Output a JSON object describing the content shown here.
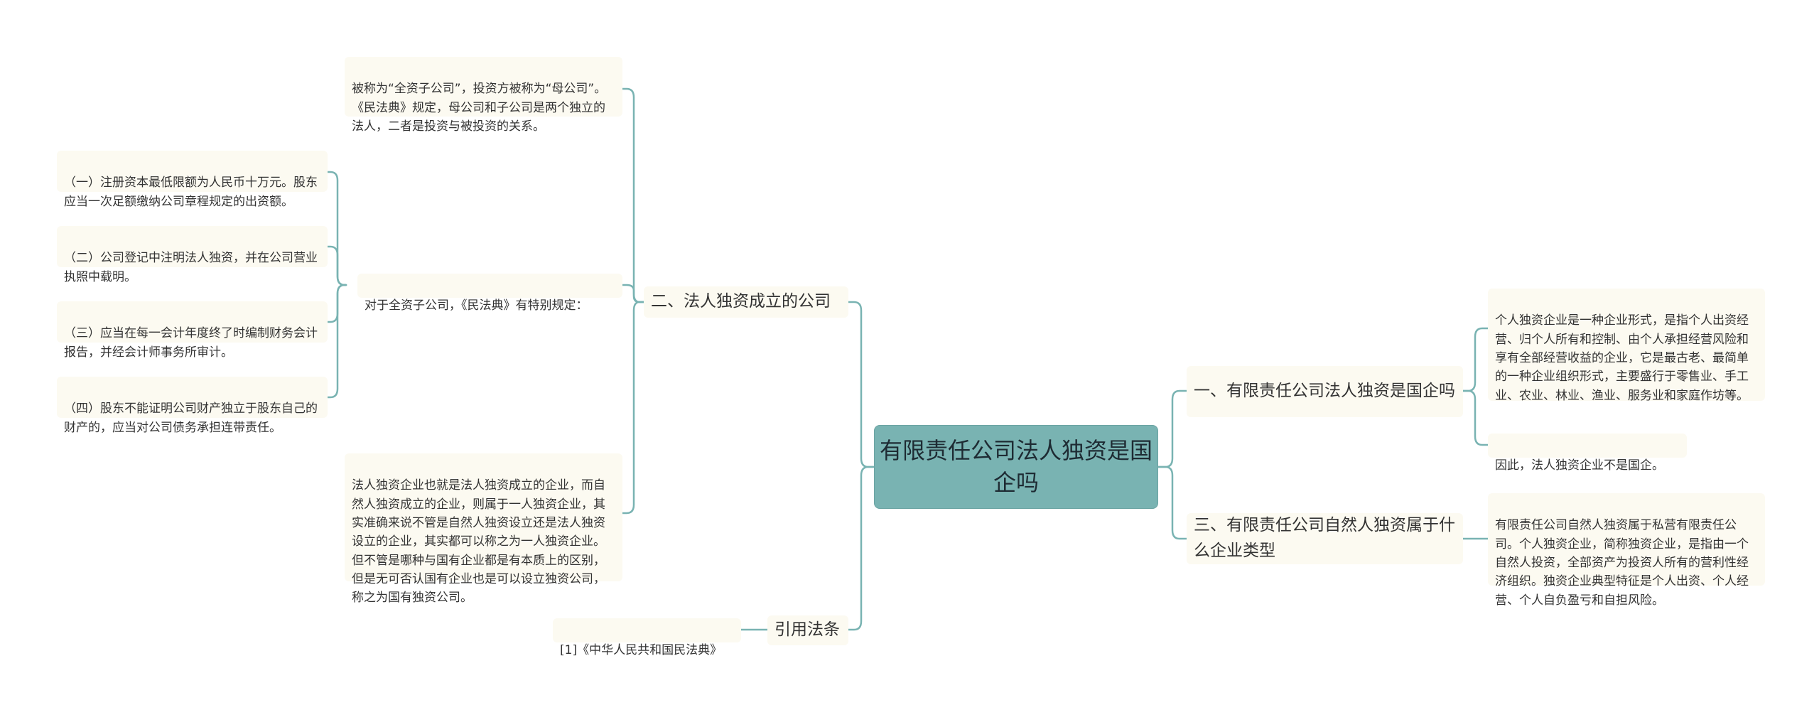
{
  "root": {
    "label": "有限责任公司法人独资是国企吗"
  },
  "branches": {
    "b1": {
      "label": "一、有限责任公司法人独资是国企吗"
    },
    "b2": {
      "label": "二、法人独资成立的公司"
    },
    "b3": {
      "label": "三、有限责任公司自然人独资属于什么企业类型"
    },
    "b4": {
      "label": "引用法条"
    }
  },
  "leaves": {
    "b1_l1": "个人独资企业是一种企业形式，是指个人出资经营、归个人所有和控制、由个人承担经营风险和享有全部经营收益的企业，它是最古老、最简单的一种企业组织形式，主要盛行于零售业、手工业、农业、林业、渔业、服务业和家庭作坊等。",
    "b1_l2": "因此，法人独资企业不是国企。",
    "b2_l1": "被称为“全资子公司”，投资方被称为“母公司”。《民法典》规定，母公司和子公司是两个独立的法人，二者是投资与被投资的关系。",
    "b2_l2": "对于全资子公司，《民法典》有特别规定：",
    "b2_l2_c1": "（一）注册资本最低限额为人民币十万元。股东应当一次足额缴纳公司章程规定的出资额。",
    "b2_l2_c2": "（二）公司登记中注明法人独资，并在公司营业执照中载明。",
    "b2_l2_c3": "（三）应当在每一会计年度终了时编制财务会计报告，并经会计师事务所审计。",
    "b2_l2_c4": "（四）股东不能证明公司财产独立于股东自己的财产的，应当对公司债务承担连带责任。",
    "b2_l3": "法人独资企业也就是法人独资成立的企业，而自然人独资成立的企业，则属于一人独资企业，其实准确来说不管是自然人独资设立还是法人独资设立的企业，其实都可以称之为一人独资企业。但不管是哪种与国有企业都是有本质上的区别，但是无可否认国有企业也是可以设立独资公司，称之为国有独资公司。",
    "b3_l1": "有限责任公司自然人独资属于私营有限责任公司。个人独资企业，简称独资企业，是指由一个自然人投资，全部资产为投资人所有的营利性经济组织。独资企业典型特征是个人出资、个人经营、个人自负盈亏和自担风险。",
    "b4_l1": "[1]《中华人民共和国民法典》"
  },
  "colors": {
    "root_fill": "#79b3b2",
    "node_fill": "#fcfaf1",
    "connector": "#79b3b2"
  }
}
